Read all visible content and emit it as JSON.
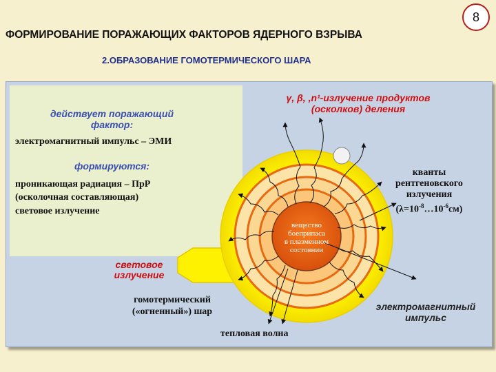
{
  "slide_number": "8",
  "title": "ФОРМИРОВАНИЕ ПОРАЖАЮЩИХ ФАКТОРОВ ЯДЕРНОГО ВЗРЫВА",
  "subtitle": "2.ОБРАЗОВАНИЕ ГОМОТЕРМИЧЕСКОГО ШАРА",
  "info": {
    "acting_heading_line1": "действует поражающий",
    "acting_heading_line2": "фактор:",
    "emp_text": "электромагнитный импульс – ЭМИ",
    "forming_heading": "формируются:",
    "radiation_line1": "проникающая радиация – ПрР",
    "radiation_line2": "(осколочная составляющая)",
    "light_text": "световое излучение"
  },
  "labels": {
    "products_line1": "γ, β, ,n¹-излучение продуктов",
    "products_line2": "(осколков) деления",
    "xray_line1": "кванты",
    "xray_line2": "рентгеновского",
    "xray_line3": "излучения",
    "xray_line4_prefix": "(λ=10",
    "xray_exp1": "-8",
    "xray_mid": "…10",
    "xray_exp2": "-6",
    "xray_suffix": "см)",
    "light_line1": "световое",
    "light_line2": "излучение",
    "fireball_line1": "гомотермический",
    "fireball_line2": "(«огненный») шар",
    "thermal_wave": "тепловая волна",
    "emp_line1": "электромагнитный",
    "emp_line2": "импульс",
    "core_line1": "вещество",
    "core_line2": "боеприпаса",
    "core_line3": "в плазменном",
    "core_line4": "состоянии"
  },
  "colors": {
    "title_blue": "#1f2f8a",
    "accent_red": "#cc1010",
    "heading_blue": "#3a4fb0",
    "fireball_yellow": "#ffee00",
    "core_orange": "#ec6a16"
  }
}
